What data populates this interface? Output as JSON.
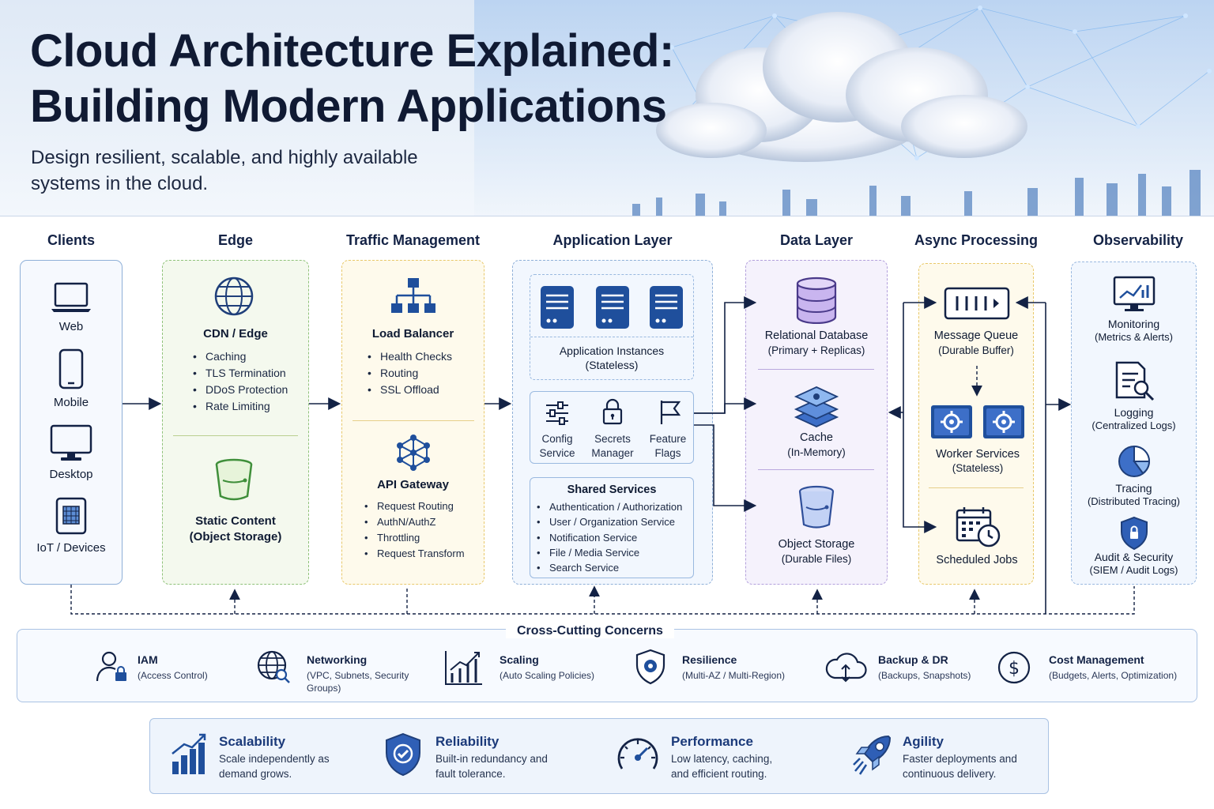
{
  "header": {
    "title_line1": "Cloud Architecture Explained:",
    "title_line2": "Building Modern Applications",
    "subtitle": "Design resilient, scalable, and highly available systems in the cloud."
  },
  "colors": {
    "navy": "#132245",
    "accent_blue": "#1f4f9c",
    "green": "#8fc27a",
    "yellow": "#e8c86a",
    "purple": "#b3a0dc"
  },
  "columns": {
    "clients": {
      "heading": "Clients",
      "items": [
        {
          "label": "Web",
          "icon": "laptop-icon"
        },
        {
          "label": "Mobile",
          "icon": "smartphone-icon"
        },
        {
          "label": "Desktop",
          "icon": "monitor-icon"
        },
        {
          "label": "IoT / Devices",
          "icon": "chip-icon"
        }
      ]
    },
    "edge": {
      "heading": "Edge",
      "cdn": {
        "title": "CDN / Edge",
        "icon": "globe-icon",
        "bullets": [
          "Caching",
          "TLS Termination",
          "DDoS Protection",
          "Rate Limiting"
        ]
      },
      "static": {
        "title_line1": "Static Content",
        "title_line2": "(Object Storage)",
        "icon": "bucket-icon"
      }
    },
    "traffic": {
      "heading": "Traffic Management",
      "lb": {
        "title": "Load Balancer",
        "icon": "hierarchy-icon",
        "bullets": [
          "Health Checks",
          "Routing",
          "SSL Offload"
        ]
      },
      "gateway": {
        "title": "API Gateway",
        "icon": "network-icon",
        "bullets": [
          "Request Routing",
          "AuthN/AuthZ",
          "Throttling",
          "Request Transform"
        ]
      }
    },
    "app": {
      "heading": "Application Layer",
      "instances": {
        "title": "Application Instances",
        "subtitle": "(Stateless)",
        "icon": "server-icon"
      },
      "tools": [
        {
          "line1": "Config",
          "line2": "Service",
          "icon": "sliders-icon"
        },
        {
          "line1": "Secrets",
          "line2": "Manager",
          "icon": "lock-icon"
        },
        {
          "line1": "Feature",
          "line2": "Flags",
          "icon": "flag-icon"
        }
      ],
      "shared": {
        "title": "Shared Services",
        "bullets": [
          "Authentication / Authorization",
          "User / Organization Service",
          "Notification Service",
          "File / Media Service",
          "Search Service"
        ]
      }
    },
    "data": {
      "heading": "Data Layer",
      "items": [
        {
          "title": "Relational Database",
          "subtitle": "(Primary + Replicas)",
          "icon": "database-icon"
        },
        {
          "title": "Cache",
          "subtitle": "(In-Memory)",
          "icon": "layers-icon"
        },
        {
          "title": "Object Storage",
          "subtitle": "(Durable Files)",
          "icon": "bucket-icon"
        }
      ]
    },
    "async": {
      "heading": "Async Processing",
      "queue": {
        "title": "Message Queue",
        "subtitle": "(Durable Buffer)",
        "icon": "queue-icon"
      },
      "workers": {
        "title": "Worker Services",
        "subtitle": "(Stateless)",
        "icon": "gear-icon"
      },
      "jobs": {
        "title": "Scheduled Jobs",
        "icon": "calendar-clock-icon"
      }
    },
    "observability": {
      "heading": "Observability",
      "items": [
        {
          "title": "Monitoring",
          "subtitle": "(Metrics & Alerts)",
          "icon": "chart-monitor-icon"
        },
        {
          "title": "Logging",
          "subtitle": "(Centralized Logs)",
          "icon": "log-search-icon"
        },
        {
          "title": "Tracing",
          "subtitle": "(Distributed Tracing)",
          "icon": "pie-icon"
        },
        {
          "title": "Audit & Security",
          "subtitle": "(SIEM / Audit Logs)",
          "icon": "shield-icon"
        }
      ]
    }
  },
  "cross_cutting": {
    "title": "Cross-Cutting Concerns",
    "items": [
      {
        "name": "IAM",
        "desc": "(Access Control)",
        "icon": "user-lock-icon"
      },
      {
        "name": "Networking",
        "desc": "(VPC, Subnets, Security Groups)",
        "icon": "globe-search-icon"
      },
      {
        "name": "Scaling",
        "desc": "(Auto Scaling Policies)",
        "icon": "growth-chart-icon"
      },
      {
        "name": "Resilience",
        "desc": "(Multi-AZ / Multi-Region)",
        "icon": "shield-gear-icon"
      },
      {
        "name": "Backup & DR",
        "desc": "(Backups, Snapshots)",
        "icon": "cloud-sync-icon"
      },
      {
        "name": "Cost Management",
        "desc": "(Budgets, Alerts, Optimization)",
        "icon": "dollar-icon"
      }
    ]
  },
  "benefits": [
    {
      "name": "Scalability",
      "desc": "Scale independently as demand grows.",
      "icon": "bar-growth-icon"
    },
    {
      "name": "Reliability",
      "desc": "Built-in redundancy and fault tolerance.",
      "icon": "shield-check-icon"
    },
    {
      "name": "Performance",
      "desc": "Low latency, caching, and efficient routing.",
      "icon": "gauge-icon"
    },
    {
      "name": "Agility",
      "desc": "Faster deployments and continuous delivery.",
      "icon": "rocket-icon"
    }
  ]
}
